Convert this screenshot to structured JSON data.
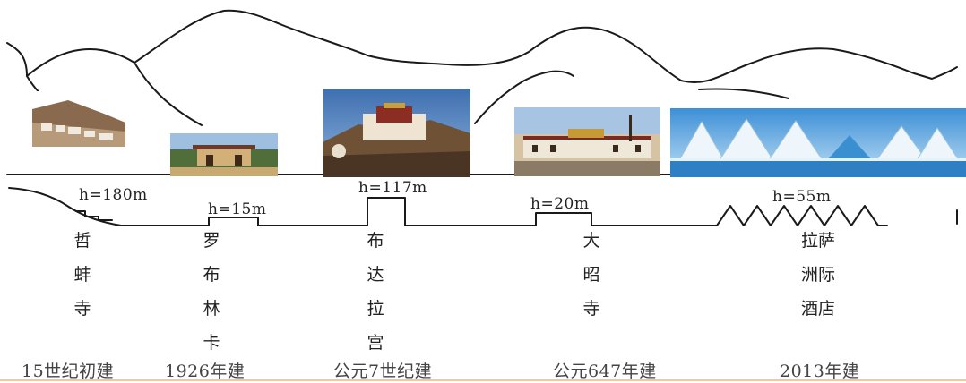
{
  "sites": [
    {
      "name": [
        "哲",
        "蚌",
        "寺"
      ],
      "height": "h=180m",
      "date": "15世纪初建"
    },
    {
      "name": [
        "罗",
        "布",
        "林",
        "卡"
      ],
      "height": "h=15m",
      "date": "1926年建"
    },
    {
      "name": [
        "布",
        "达",
        "拉",
        "宫"
      ],
      "height": "h=117m",
      "date": "公元7世纪建"
    },
    {
      "name": [
        "大",
        "昭",
        "寺"
      ],
      "height": "h=20m",
      "date": "公元647年建"
    },
    {
      "name": [
        "拉萨",
        "洲际",
        "酒店"
      ],
      "height": "h=55m",
      "date": "2013年建"
    }
  ],
  "colors": {
    "line": "#1a1a1a",
    "baseline": "#f1c99a"
  }
}
